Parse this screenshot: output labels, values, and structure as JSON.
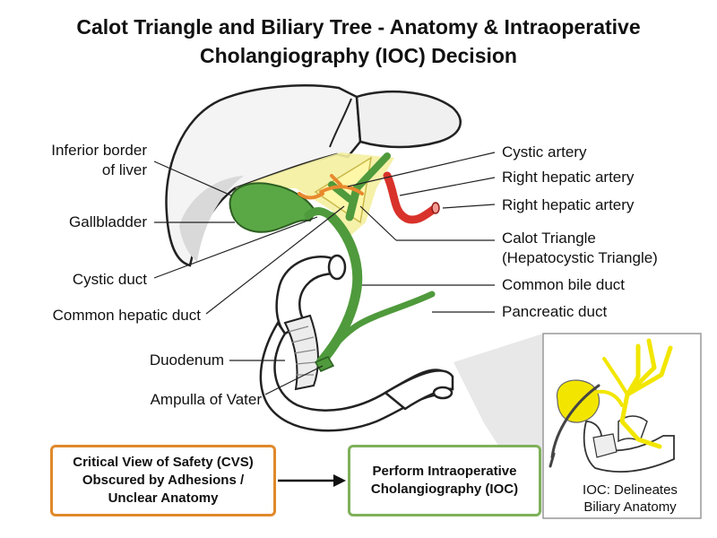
{
  "title": {
    "line1": "Calot Triangle and Biliary Tree - Anatomy & Intraoperative",
    "line2": "Cholangiography (IOC) Decision"
  },
  "labels": {
    "inferior_border_1": "Inferior border",
    "inferior_border_2": "of liver",
    "gallbladder": "Gallbladder",
    "cystic_duct": "Cystic duct",
    "common_hepatic_duct": "Common hepatic duct",
    "duodenum": "Duodenum",
    "ampulla": "Ampulla of Vater",
    "cystic_artery": "Cystic artery",
    "right_hepatic_artery_1": "Right hepatic artery",
    "right_hepatic_artery_2": "Right hepatic artery",
    "calot_triangle_1": "Calot Triangle",
    "calot_triangle_2": "(Hepatocystic Triangle)",
    "common_bile_duct": "Common bile duct",
    "pancreatic_duct": "Pancreatic duct"
  },
  "flow": {
    "cvs_line1": "Critical View of Safety (CVS)",
    "cvs_line2": "Obscured by Adhesions /",
    "cvs_line3": "Unclear Anatomy",
    "ioc_line1": "Perform Intraoperative",
    "ioc_line2": "Cholangiography (IOC)"
  },
  "inset": {
    "caption_line1": "IOC: Delineates",
    "caption_line2": "Biliary Anatomy"
  },
  "colors": {
    "bile_duct": "#4f9a3c",
    "gallbladder": "#5aa845",
    "artery": "#d8322a",
    "cystic_artery": "#e8892e",
    "calot_triangle": "#f4f0a0",
    "contrast": "#f2e600",
    "cvs_border": "#e0892a",
    "ioc_border": "#7fb05a"
  }
}
